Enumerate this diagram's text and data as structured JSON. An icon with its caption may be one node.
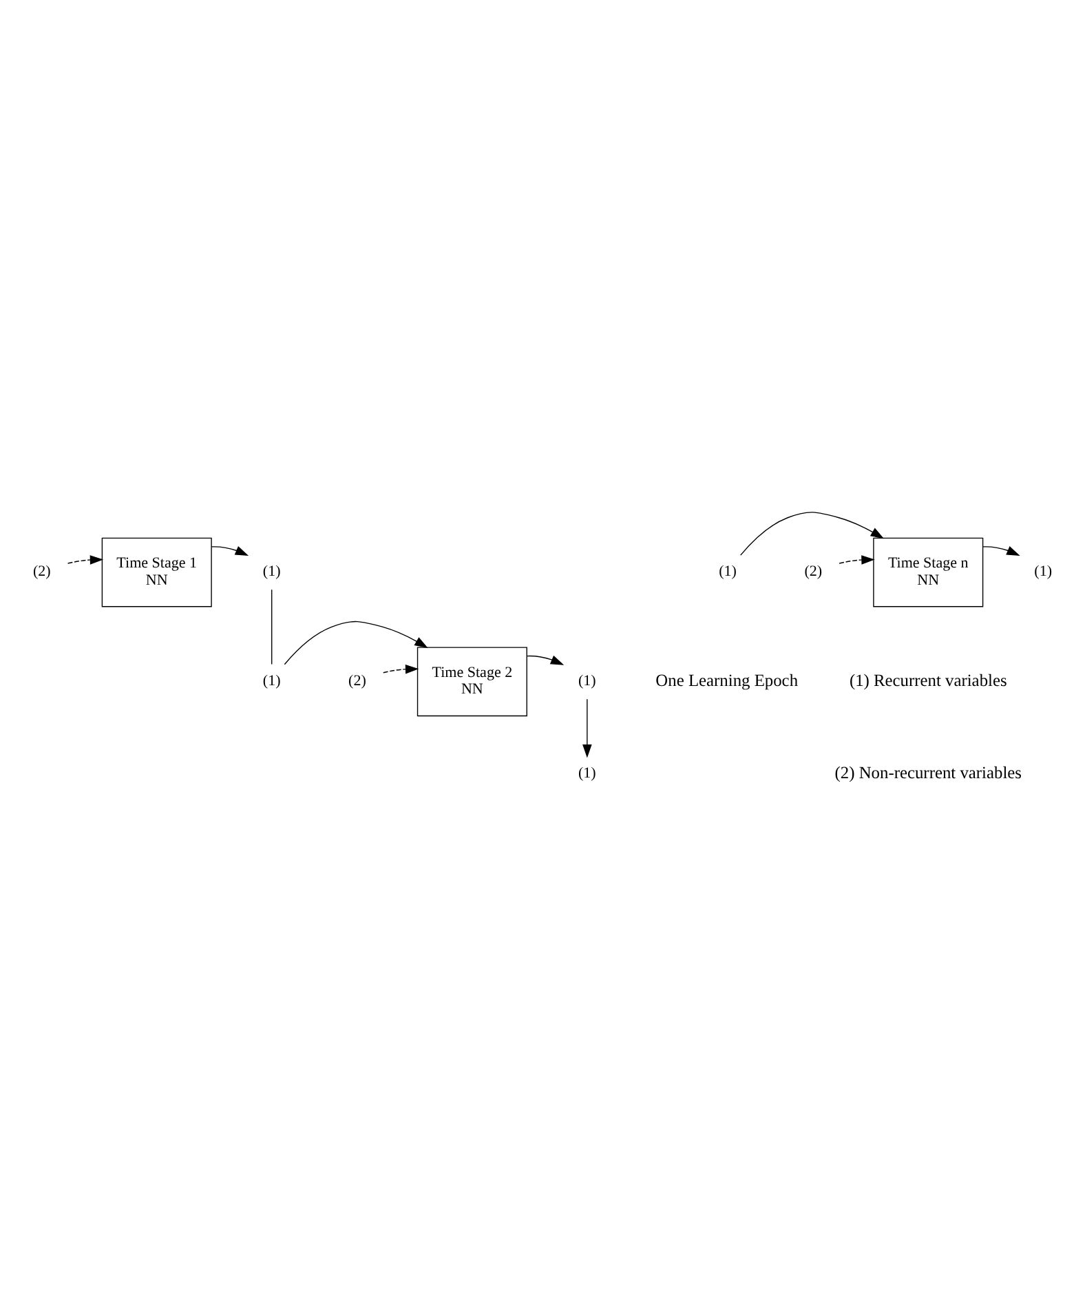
{
  "diagram": {
    "nodes": [
      {
        "text": [
          "Time Stage 1",
          "NN"
        ]
      },
      {
        "text": [
          "(2)"
        ]
      },
      {
        "text": [
          "(1)"
        ]
      },
      {
        "text": [
          "(1)"
        ]
      },
      {
        "text": [
          "Time Stage 2",
          "NN"
        ]
      },
      {
        "text": [
          "(2)"
        ]
      },
      {
        "text": [
          "(1)"
        ]
      },
      {
        "text": [
          "(1)"
        ]
      },
      {
        "text": [
          "(1)"
        ]
      },
      {
        "text": [
          "Time Stage n",
          "NN"
        ]
      },
      {
        "text": [
          "(2)"
        ]
      },
      {
        "text": [
          "(1)"
        ]
      }
    ],
    "edges": [
      {
        "from": 1,
        "to": 0,
        "arrow": "to",
        "style": "dashed"
      },
      {
        "from": 0,
        "to": 2,
        "arrow": "to"
      },
      {
        "from": 2,
        "to": 3,
        "arrow": "none"
      },
      {
        "from": 3,
        "to": 4,
        "arrow": "to"
      },
      {
        "from": 5,
        "to": 4,
        "arrow": "to",
        "style": "dashed"
      },
      {
        "from": 4,
        "to": 6,
        "arrow": "to"
      },
      {
        "from": 6,
        "to": 7,
        "arrow": "to"
      },
      {
        "from": 8,
        "to": 9,
        "arrow": "to"
      },
      {
        "from": 10,
        "to": 9,
        "arrow": "to",
        "style": "dashed"
      },
      {
        "from": 9,
        "to": 11,
        "arrow": "to"
      }
    ],
    "labels": [
      "One Learning Epoch",
      "(1) Recurrent variables",
      "(2) Non-recurrent variables"
    ]
  }
}
